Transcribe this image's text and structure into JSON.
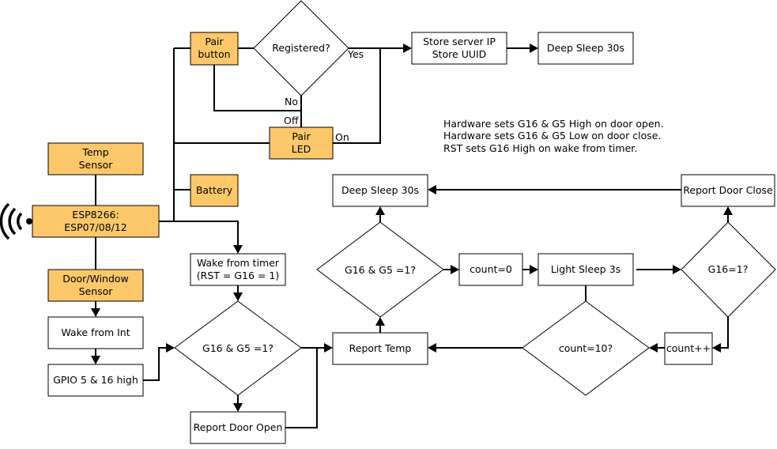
{
  "nodes": {
    "pair_button": [
      "Pair",
      "button"
    ],
    "registered": [
      "Registered?"
    ],
    "store_server": [
      "Store server IP",
      "Store UUID"
    ],
    "deep_sleep_top": [
      "Deep Sleep 30s"
    ],
    "pair_led": [
      "Pair",
      "LED"
    ],
    "temp_sensor": [
      "Temp",
      "Sensor"
    ],
    "battery": [
      "Battery"
    ],
    "esp": [
      "ESP8266:",
      "ESP07/08/12"
    ],
    "door_sensor": [
      "Door/Window",
      "Sensor"
    ],
    "wake_int": [
      "Wake from Int"
    ],
    "gpio_high": [
      "GPIO 5 & 16 high"
    ],
    "wake_timer": [
      "Wake from timer",
      "(RST = G16 = 1)"
    ],
    "check_left": [
      "G16 & G5 =1?"
    ],
    "report_open": [
      "Report Door Open"
    ],
    "report_temp": [
      "Report Temp"
    ],
    "check_mid": [
      "G16 & G5 =1?"
    ],
    "deep_sleep_mid": [
      "Deep Sleep 30s"
    ],
    "count_zero": [
      "count=0"
    ],
    "light_sleep": [
      "Light Sleep 3s"
    ],
    "g16_check": [
      "G16=1?"
    ],
    "report_close": [
      "Report Door Close"
    ],
    "count_inc": [
      "count++"
    ],
    "count_ten": [
      "count=10?"
    ]
  },
  "edge_labels": {
    "yes": "Yes",
    "no": "No",
    "off": "Off",
    "on": "On"
  },
  "notes": [
    "Hardware sets G16 & G5 High on door open.",
    "Hardware sets G16 & G5 Low on door close.",
    "RST sets G16 High on wake from timer."
  ],
  "colors": {
    "hardware_fill": "#fdc869",
    "process_fill": "#ffffff",
    "stroke": "#000000"
  }
}
